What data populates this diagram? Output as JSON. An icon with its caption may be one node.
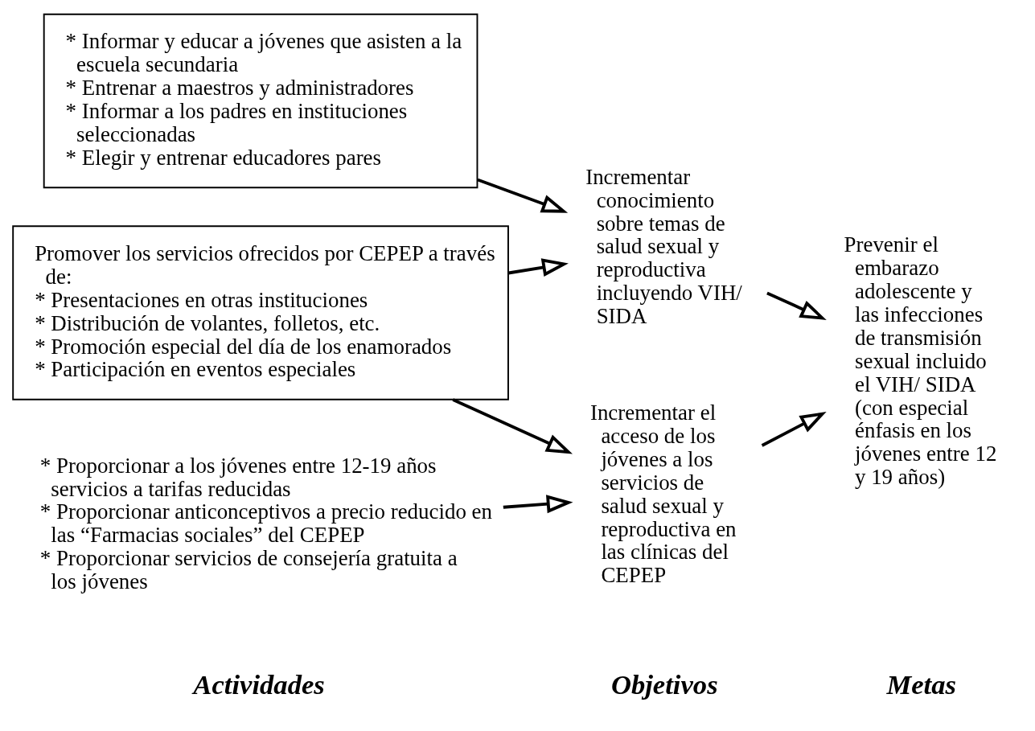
{
  "diagram": {
    "nodes": [
      {
        "text": [
          "* Informar y educar a jóvenes que asisten a la escuela secundaria",
          "* Entrenar a maestros y administradores",
          "* Informar a los padres en instituciones seleccionadas",
          "* Elegir y entrenar educadores pares"
        ]
      },
      {
        "text": [
          "Promover los servicios ofrecidos por CEPEP a través de:",
          "* Presentaciones en otras instituciones",
          "* Distribución de volantes, folletos, etc.",
          "* Promoción especial del día de los enamorados",
          "* Participación en eventos especiales"
        ]
      },
      {
        "text": [
          "* Proporcionar a los jóvenes entre 12-19 años servicios a tarifas reducidas",
          "* Proporcionar anticonceptivos a precio reducido en las “Farmacias sociales” del CEPEP",
          "* Proporcionar servicios de consejería gratuita a los jóvenes"
        ]
      },
      {
        "text": [
          "Incrementar conocimiento sobre temas de salud sexual y reproductiva incluyendo VIH/ SIDA"
        ]
      },
      {
        "text": [
          "Incrementar el acceso de los jóvenes a los servicios de salud sexual y reproductiva en las clínicas del CEPEP"
        ]
      },
      {
        "text": [
          "Prevenir el embarazo adolescente y las infecciones de transmisión sexual incluido el VIH/ SIDA (con especial énfasis en los jóvenes entre 12 y 19 años)"
        ]
      }
    ],
    "edges": [
      {
        "from": 0,
        "to": 3,
        "arrow": "to"
      },
      {
        "from": 1,
        "to": 3,
        "arrow": "to"
      },
      {
        "from": 1,
        "to": 4,
        "arrow": "to"
      },
      {
        "from": 2,
        "to": 4,
        "arrow": "to"
      },
      {
        "from": 3,
        "to": 5,
        "arrow": "to"
      },
      {
        "from": 4,
        "to": 5,
        "arrow": "to"
      }
    ],
    "labels": [
      "Actividades",
      "Objetivos",
      "Metas"
    ]
  }
}
